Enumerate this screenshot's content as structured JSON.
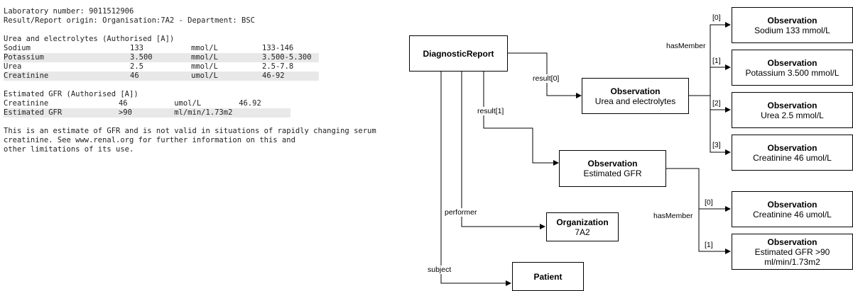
{
  "report": {
    "lab_number": "Laboratory number: 9011512906",
    "origin": "Result/Report origin: Organisation:7A2 - Department: BSC",
    "panel1_title": "Urea and electrolytes (Authorised [A])",
    "panel1_rows": [
      [
        "Sodium",
        "133",
        "mmol/L",
        "133-146"
      ],
      [
        "Potassium",
        "3.500",
        "mmol/L",
        "3.500-5.300"
      ],
      [
        "Urea",
        "2.5",
        "mmol/L",
        "2.5-7.8"
      ],
      [
        "Creatinine",
        "46",
        "umol/L",
        "46-92"
      ]
    ],
    "panel2_title": "Estimated GFR (Authorised [A])",
    "panel2_rows": [
      [
        "Creatinine",
        "46",
        "umol/L",
        "46.92"
      ],
      [
        "Estimated GFR",
        ">90",
        "ml/min/1.73m2",
        ""
      ]
    ],
    "note_lines": [
      "This is an estimate of GFR and is not valid in situations of rapidly changing serum",
      "creatinine. See www.renal.org for further information on this and",
      "other limitations of its use."
    ]
  },
  "diagram": {
    "diagnostic_report": "DiagnosticReport",
    "obs_ue": {
      "title": "Observation",
      "sub": "Urea and electrolytes"
    },
    "obs_egfr": {
      "title": "Observation",
      "sub": "Estimated GFR"
    },
    "obs_sodium": {
      "title": "Observation",
      "sub": "Sodium 133 mmol/L"
    },
    "obs_potassium": {
      "title": "Observation",
      "sub": "Potassium 3.500 mmol/L"
    },
    "obs_urea": {
      "title": "Observation",
      "sub": "Urea 2.5 mmol/L"
    },
    "obs_creat1": {
      "title": "Observation",
      "sub": "Creatinine 46 umol/L"
    },
    "obs_creat2": {
      "title": "Observation",
      "sub": "Creatinine 46 umol/L"
    },
    "obs_gfr": {
      "title": "Observation",
      "sub1": "Estimated GFR >90",
      "sub2": "ml/min/1.73m2"
    },
    "organization": {
      "title": "Organization",
      "sub": "7A2"
    },
    "patient": {
      "title": "Patient"
    },
    "labels": {
      "result0": "result[0]",
      "result1": "result[1]",
      "performer": "performer",
      "subject": "subject",
      "hasmember_top": "hasMember",
      "hasmember_bottom": "hasMember",
      "m0": "[0]",
      "m1": "[1]",
      "m2": "[2]",
      "m3": "[3]",
      "g0": "[0]",
      "g1": "[1]"
    }
  }
}
